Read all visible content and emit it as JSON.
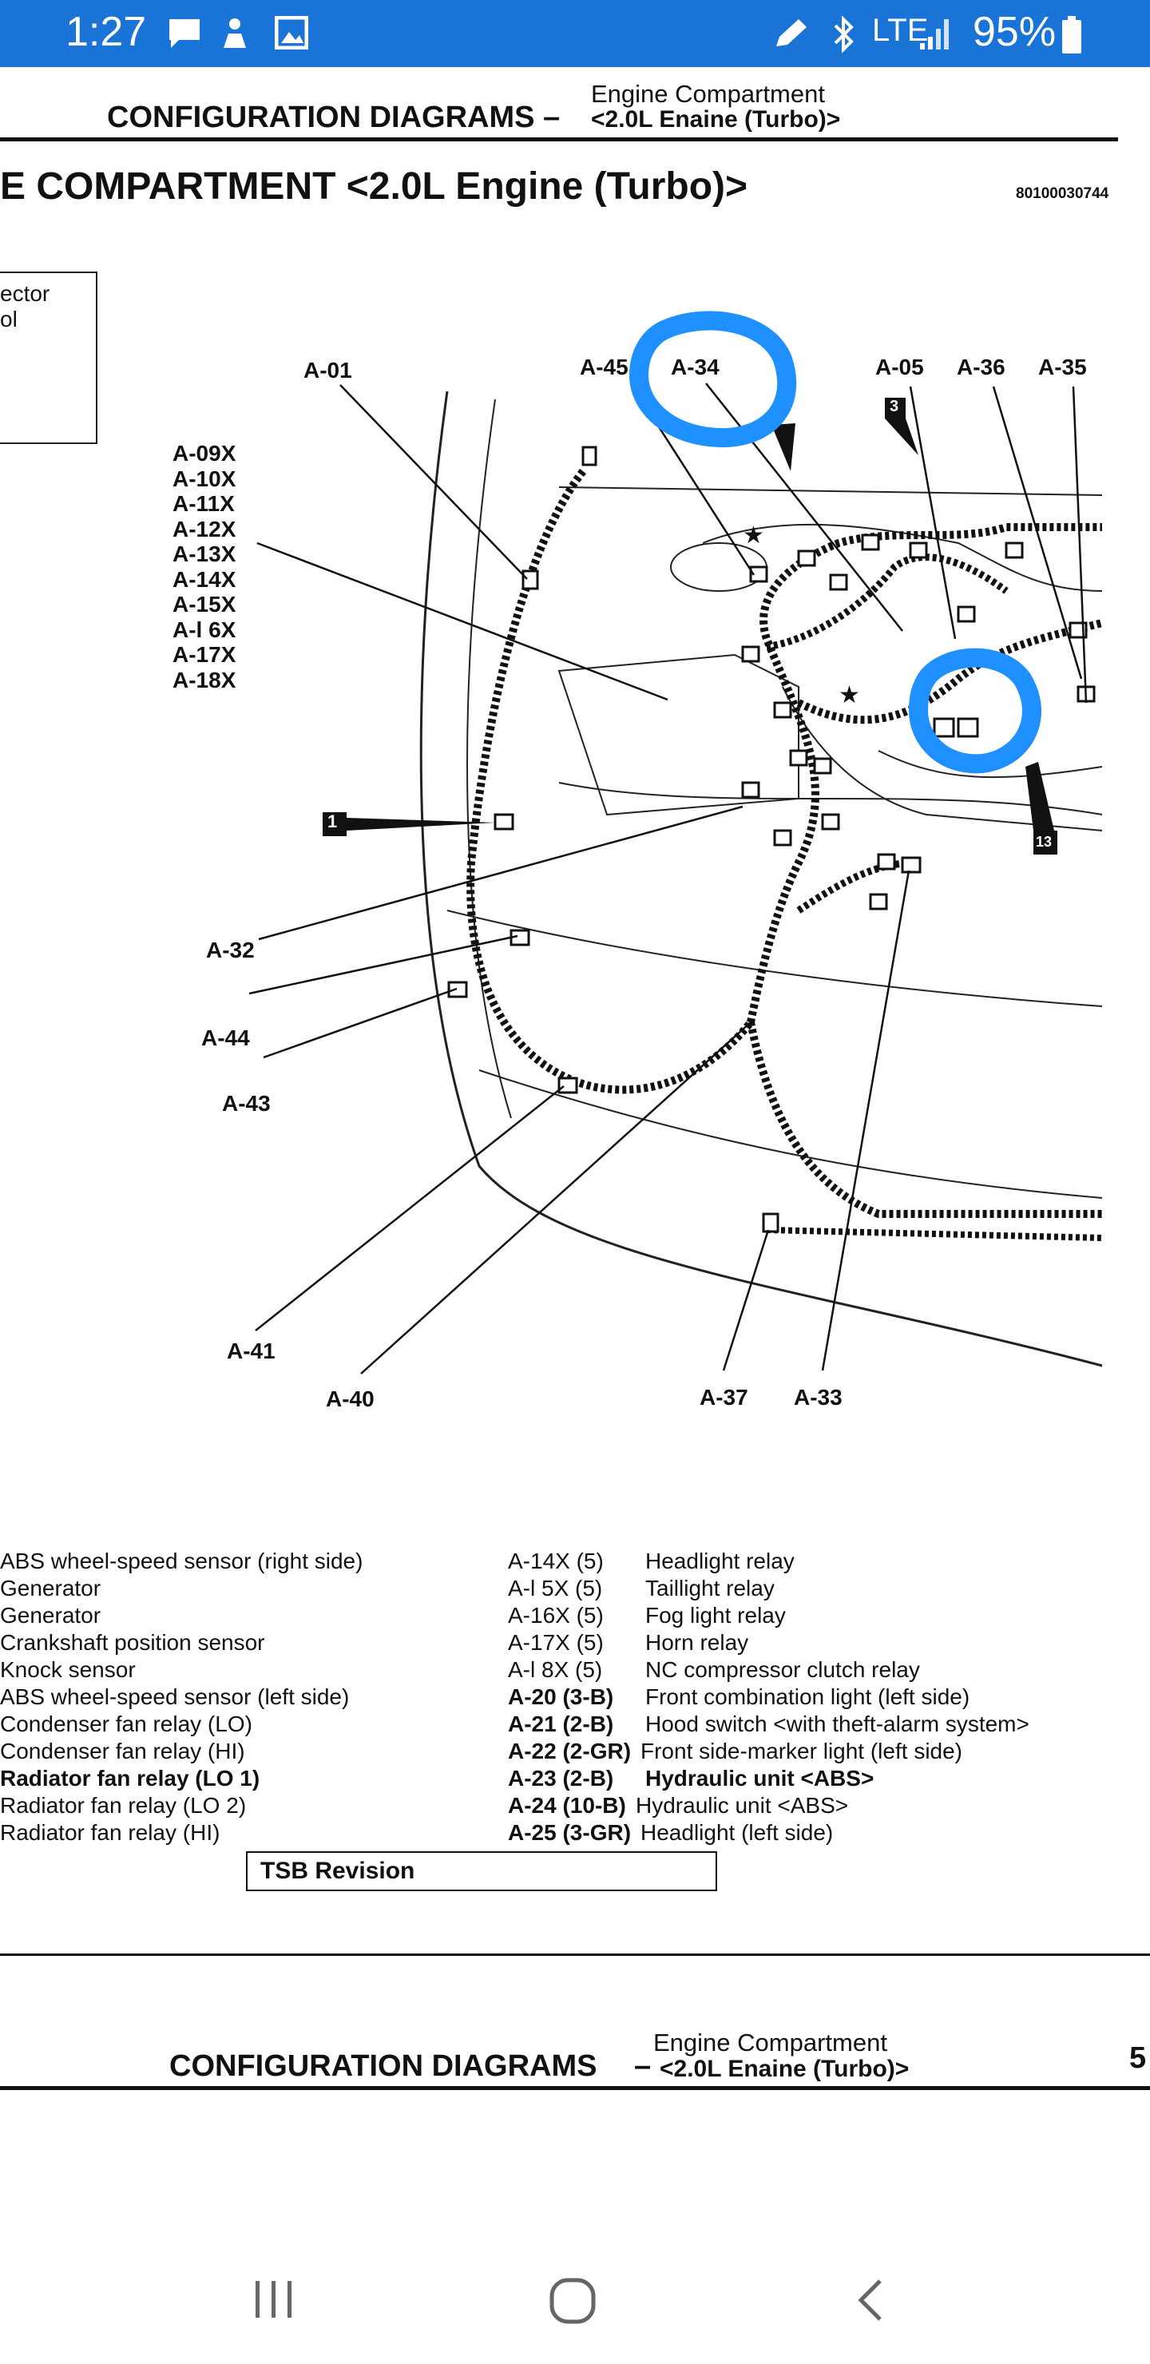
{
  "status_bar": {
    "time": "1:27",
    "network": "LTE",
    "battery": "95%",
    "icons": [
      "message-icon",
      "download-icon",
      "image-icon",
      "edit-icon",
      "bluetooth-icon",
      "signal-icon",
      "battery-icon"
    ]
  },
  "page1": {
    "header_main": "CONFIGURATION DIAGRAMS –",
    "header_sub1": "Engine   Compartment",
    "header_sub2": "<2.0L Enaine (Turbo)>",
    "title": "E  COMPARTMENT <2.0L Engine (Turbo)>",
    "doc_id": "80100030744",
    "legend_lines": [
      "ector",
      "ol"
    ]
  },
  "diagram": {
    "labels": {
      "a01": "A-01",
      "a45": "A-45",
      "a34": "A-34",
      "a05": "A-05",
      "a36": "A-36",
      "a35": "A-35",
      "a32": "A-32",
      "a44": "A-44",
      "a43": "A-43",
      "a41": "A-41",
      "a40": "A-40",
      "a37": "A-37",
      "a33": "A-33"
    },
    "stacked_labels": [
      "A-09X",
      "A-10X",
      "A-11X",
      "A-12X",
      "A-13X",
      "A-14X",
      "A-15X",
      "A-l 6X",
      "A-17X",
      "A-18X"
    ],
    "markers": {
      "m1": "1",
      "m3": "3",
      "m13": "13"
    },
    "highlight_color": "#1e90ff"
  },
  "parts_left": [
    "ABS wheel-speed sensor (right side)",
    "Generator",
    " Generator",
    "Crankshaft  position  sensor",
    "Knock  sensor",
    "ABS wheel-speed sensor (left side)",
    "Condenser  fan relay (LO)",
    "Condenser fan relay (HI)",
    "Radiator fan relay (LO 1)",
    "Radiator fan relay (LO 2)",
    "Radiator fan relay (HI)"
  ],
  "parts_right": [
    {
      "code": "A-14X (5)",
      "desc": "Headlight  relay"
    },
    {
      "code": "A-l 5X (5)",
      "desc": "Taillight  relay"
    },
    {
      "code": "A-16X (5)",
      "desc": "Fog light relay"
    },
    {
      "code": "A-17X (5)",
      "desc": "Horn  relay"
    },
    {
      "code": "A-l 8X (5)",
      "desc": "NC  compressor  clutch  relay"
    },
    {
      "code": "A-20 (3-B)",
      "desc": "Front combination light (left side)"
    },
    {
      "code": "A-21 (2-B)",
      "desc": "Hood switch <with theft-alarm system>"
    },
    {
      "code": "A-22 (2-GR)",
      "desc": "Front side-marker light (left side)"
    },
    {
      "code": "A-23 (2-B)",
      "desc": "Hydraulic unit <ABS>"
    },
    {
      "code": "A-24 (10-B)",
      "desc": "Hydraulic unit <ABS>"
    },
    {
      "code": "A-25 (3-GR)",
      "desc": "Headlight  (left side)"
    }
  ],
  "tsb": "TSB  Revision",
  "page2": {
    "header_main": "CONFIGURATION  DIAGRAMS",
    "header_dash": "–",
    "header_sub1": "Engine  Compartment",
    "header_sub2": "<2.0L Enaine (Turbo)>",
    "page_fragment": "5"
  },
  "nav": {
    "recents": "recents-icon",
    "home": "home-icon",
    "back": "back-icon"
  }
}
